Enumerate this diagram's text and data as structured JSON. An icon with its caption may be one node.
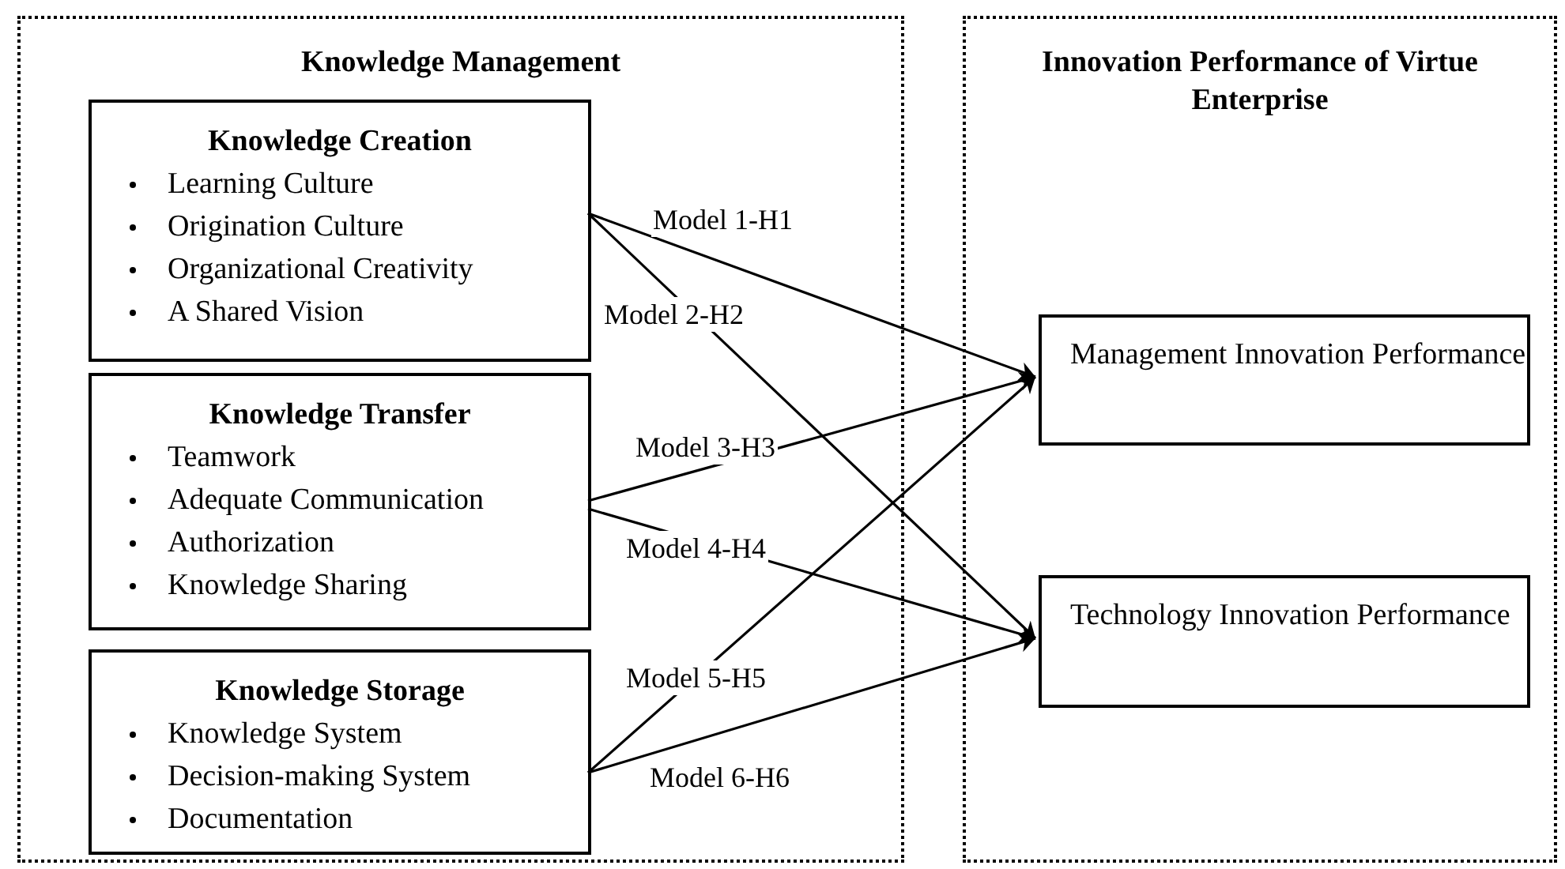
{
  "diagram": {
    "nodes": [
      {
        "text": [
          "Knowledge Management"
        ]
      },
      {
        "text": [
          "Knowledge Creation",
          "Learning Culture",
          "Origination Culture",
          "Organizational Creativity",
          "A Shared Vision"
        ],
        "in": 0
      },
      {
        "text": [
          "Knowledge Transfer",
          "Teamwork",
          "Adequate Communication",
          "Authorization",
          "Knowledge Sharing"
        ],
        "in": 0
      },
      {
        "text": [
          "Knowledge Storage",
          "Knowledge System",
          "Decision-making System",
          "Documentation"
        ],
        "in": 0
      },
      {
        "text": [
          "Innovation Performance of Virtue Enterprise"
        ]
      },
      {
        "text": [
          "Management Innovation Performance"
        ],
        "in": 4
      },
      {
        "text": [
          "Technology Innovation Performance"
        ],
        "in": 4
      }
    ],
    "edges": [
      {
        "from": 1,
        "to": 5,
        "arrow": "to",
        "label": "Model 1-H1"
      },
      {
        "from": 1,
        "to": 6,
        "arrow": "to",
        "label": "Model 2-H2"
      },
      {
        "from": 2,
        "to": 5,
        "arrow": "to",
        "label": "Model 3-H3"
      },
      {
        "from": 2,
        "to": 6,
        "arrow": "to",
        "label": "Model 4-H4"
      },
      {
        "from": 3,
        "to": 5,
        "arrow": "to",
        "label": "Model 5-H5"
      },
      {
        "from": 3,
        "to": 6,
        "arrow": "to",
        "label": "Model 6-H6"
      }
    ]
  }
}
